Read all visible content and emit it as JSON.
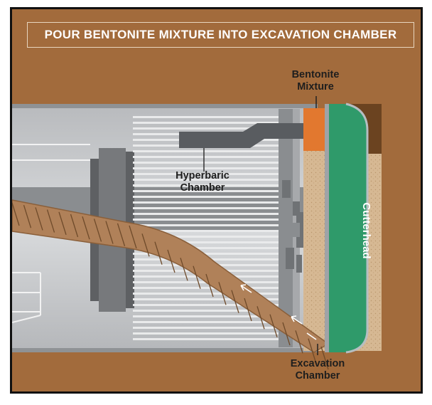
{
  "title": "POUR BENTONITE MIXTURE INTO EXCAVATION CHAMBER",
  "labels": {
    "bentonite": [
      "Bentonite",
      "Mixture"
    ],
    "hyperbaric": [
      "Hyperbaric",
      "Chamber"
    ],
    "cutterhead": "Cutterhead",
    "excavation": [
      "Excavation",
      "Chamber"
    ]
  },
  "colors": {
    "soil": "#a26b3c",
    "shield": "#c9cbcd",
    "bentonite": "#e2782f",
    "cutterhead": "#2f9a6a",
    "excavated_soil": "#d6b893",
    "dark_steel": "#5c5f63"
  }
}
